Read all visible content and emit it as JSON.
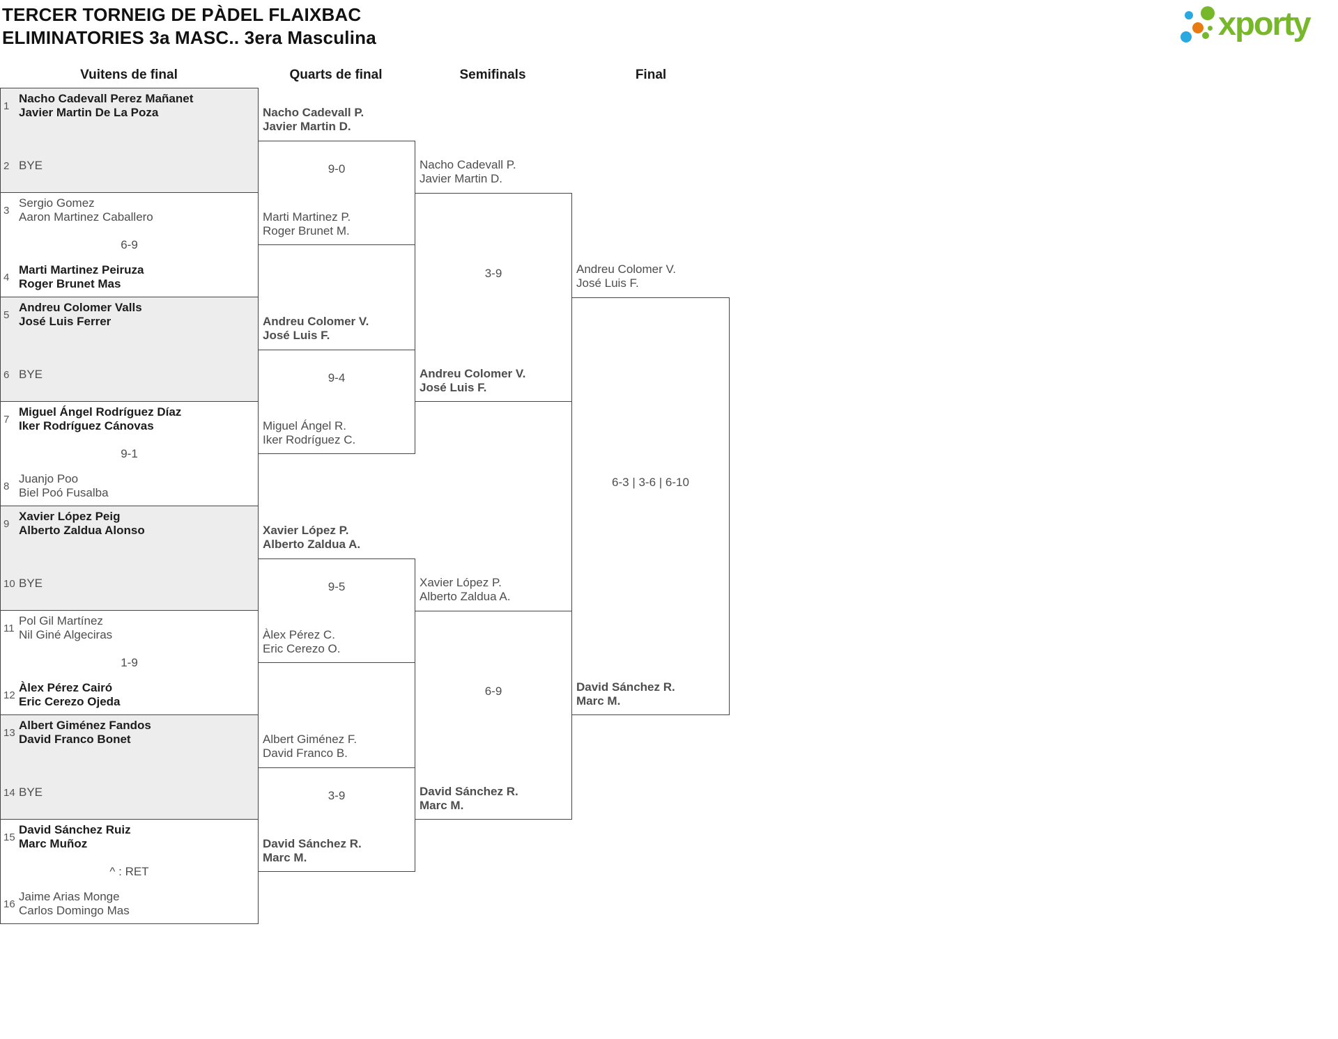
{
  "title": {
    "line1": "TERCER TORNEIG DE PÀDEL FLAIXBAC",
    "line2": "ELIMINATORIES 3a MASC.. 3era Masculina"
  },
  "logo": {
    "text": "xporty",
    "colors": {
      "green": "#76b82a",
      "blue": "#29a9e0",
      "orange": "#e87b12"
    }
  },
  "colors": {
    "border": "#454545",
    "bye_box_fill": "#ededed",
    "winner_text": "#1c1c1c",
    "regular_text": "#4d4d4d"
  },
  "rounds": [
    "Vuitens de final",
    "Quarts de final",
    "Semifinals",
    "Final"
  ],
  "r16": {
    "entries": [
      {
        "seed": "1",
        "line1": "Nacho Cadevall Perez Mañanet",
        "line2": "Javier Martin De La Poza",
        "winner": true
      },
      {
        "seed": "2",
        "line1": "BYE",
        "line2": "",
        "winner": false
      },
      {
        "seed": "3",
        "line1": "Sergio Gomez",
        "line2": "Aaron Martinez Caballero",
        "winner": false
      },
      {
        "seed": "4",
        "line1": "Marti Martinez Peiruza",
        "line2": "Roger Brunet Mas",
        "winner": true
      },
      {
        "seed": "5",
        "line1": "Andreu Colomer Valls",
        "line2": "José Luis Ferrer",
        "winner": true
      },
      {
        "seed": "6",
        "line1": "BYE",
        "line2": "",
        "winner": false
      },
      {
        "seed": "7",
        "line1": "Miguel Ángel Rodríguez Díaz",
        "line2": "Iker Rodríguez Cánovas",
        "winner": true
      },
      {
        "seed": "8",
        "line1": "Juanjo Poo",
        "line2": "Biel Poó Fusalba",
        "winner": false
      },
      {
        "seed": "9",
        "line1": "Xavier López Peig",
        "line2": "Alberto Zaldua Alonso",
        "winner": true
      },
      {
        "seed": "10",
        "line1": "BYE",
        "line2": "",
        "winner": false
      },
      {
        "seed": "11",
        "line1": "Pol Gil Martínez",
        "line2": "Nil Giné Algeciras",
        "winner": false
      },
      {
        "seed": "12",
        "line1": "Àlex Pérez Cairó",
        "line2": "Eric Cerezo Ojeda",
        "winner": true
      },
      {
        "seed": "13",
        "line1": "Albert Giménez Fandos",
        "line2": "David Franco Bonet",
        "winner": true
      },
      {
        "seed": "14",
        "line1": "BYE",
        "line2": "",
        "winner": false
      },
      {
        "seed": "15",
        "line1": "David Sánchez Ruiz",
        "line2": "Marc Muñoz",
        "winner": true
      },
      {
        "seed": "16",
        "line1": "Jaime Arias Monge",
        "line2": "Carlos Domingo Mas",
        "winner": false
      }
    ],
    "scores": [
      "",
      "6-9",
      "",
      "9-1",
      "",
      "1-9",
      "",
      "^ : RET"
    ]
  },
  "qf": [
    {
      "top1": "Nacho Cadevall P.",
      "top2": "Javier Martin D.",
      "top_winner": true,
      "score": "9-0",
      "bottom1": "Marti Martinez P.",
      "bottom2": "Roger Brunet M.",
      "bottom_winner": false
    },
    {
      "top1": "Andreu Colomer V.",
      "top2": "José Luis F.",
      "top_winner": true,
      "score": "9-4",
      "bottom1": "Miguel Ángel R.",
      "bottom2": "Iker Rodríguez C.",
      "bottom_winner": false
    },
    {
      "top1": "Xavier López P.",
      "top2": "Alberto Zaldua A.",
      "top_winner": true,
      "score": "9-5",
      "bottom1": "Àlex Pérez C.",
      "bottom2": "Eric Cerezo O.",
      "bottom_winner": false
    },
    {
      "top1": "Albert Giménez F.",
      "top2": "David Franco B.",
      "top_winner": false,
      "score": "3-9",
      "bottom1": "David Sánchez R.",
      "bottom2": "Marc M.",
      "bottom_winner": true
    }
  ],
  "sf": [
    {
      "top1": "Nacho Cadevall P.",
      "top2": "Javier Martin D.",
      "top_winner": false,
      "score": "3-9",
      "bottom1": "Andreu Colomer V.",
      "bottom2": "José Luis F.",
      "bottom_winner": true
    },
    {
      "top1": "Xavier López P.",
      "top2": "Alberto Zaldua A.",
      "top_winner": false,
      "score": "6-9",
      "bottom1": "David Sánchez R.",
      "bottom2": "Marc M.",
      "bottom_winner": true
    }
  ],
  "final": {
    "top1": "Andreu Colomer V.",
    "top2": "José Luis F.",
    "top_winner": false,
    "score": "6-3 | 3-6 | 6-10",
    "bottom1": "David Sánchez R.",
    "bottom2": "Marc M.",
    "bottom_winner": true
  }
}
